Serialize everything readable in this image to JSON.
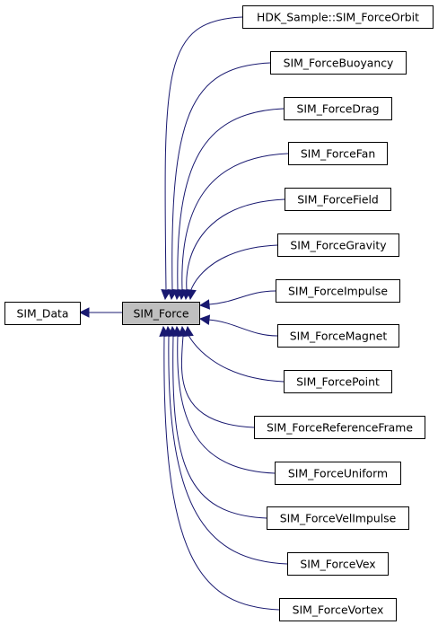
{
  "diagram": {
    "root": {
      "id": "sim_data",
      "label": "SIM_Data"
    },
    "focus": {
      "id": "sim_force",
      "label": "SIM_Force"
    },
    "children": [
      {
        "id": "hdk_forceorbit",
        "label": "HDK_Sample::SIM_ForceOrbit"
      },
      {
        "id": "forcebuoyancy",
        "label": "SIM_ForceBuoyancy"
      },
      {
        "id": "forcedrag",
        "label": "SIM_ForceDrag"
      },
      {
        "id": "forcefan",
        "label": "SIM_ForceFan"
      },
      {
        "id": "forcefield",
        "label": "SIM_ForceField"
      },
      {
        "id": "forcegravity",
        "label": "SIM_ForceGravity"
      },
      {
        "id": "forceimpulse",
        "label": "SIM_ForceImpulse"
      },
      {
        "id": "forcemagnet",
        "label": "SIM_ForceMagnet"
      },
      {
        "id": "forcepoint",
        "label": "SIM_ForcePoint"
      },
      {
        "id": "forcereferenceframe",
        "label": "SIM_ForceReferenceFrame"
      },
      {
        "id": "forceuniform",
        "label": "SIM_ForceUniform"
      },
      {
        "id": "forcevelimpulse",
        "label": "SIM_ForceVelImpulse"
      },
      {
        "id": "forcevex",
        "label": "SIM_ForceVex"
      },
      {
        "id": "forcevortex",
        "label": "SIM_ForceVortex"
      }
    ]
  }
}
